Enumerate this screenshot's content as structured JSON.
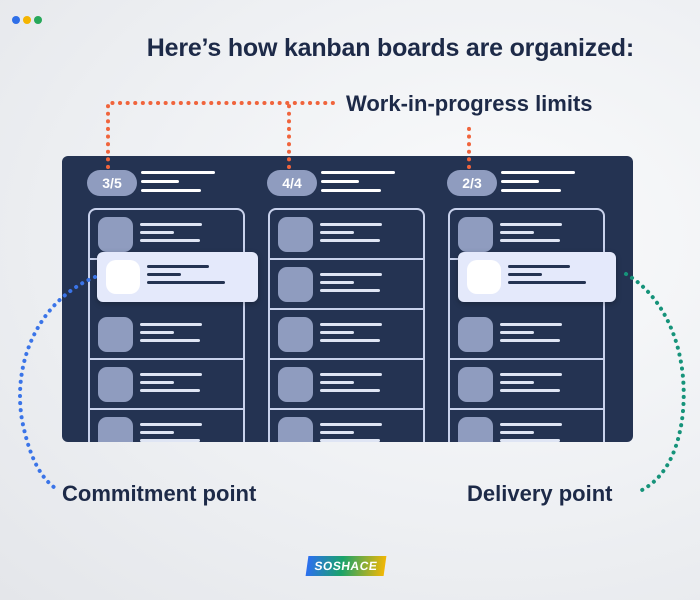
{
  "title": "Here’s how kanban boards are organized:",
  "wip_label": "Work-in-progress limits",
  "commitment_label": "Commitment point",
  "delivery_label": "Delivery point",
  "logo_text": "SOSHACE",
  "columns": [
    {
      "wip": "3/5"
    },
    {
      "wip": "4/4"
    },
    {
      "wip": "2/3"
    }
  ],
  "colors": {
    "board": "#243352",
    "text": "#1d2a48",
    "wip_connector": "#f0643c",
    "commitment_connector": "#3a74e8",
    "delivery_connector": "#16937a",
    "window_dots": [
      "#2f6fe8",
      "#f4b400",
      "#27a85a"
    ]
  }
}
